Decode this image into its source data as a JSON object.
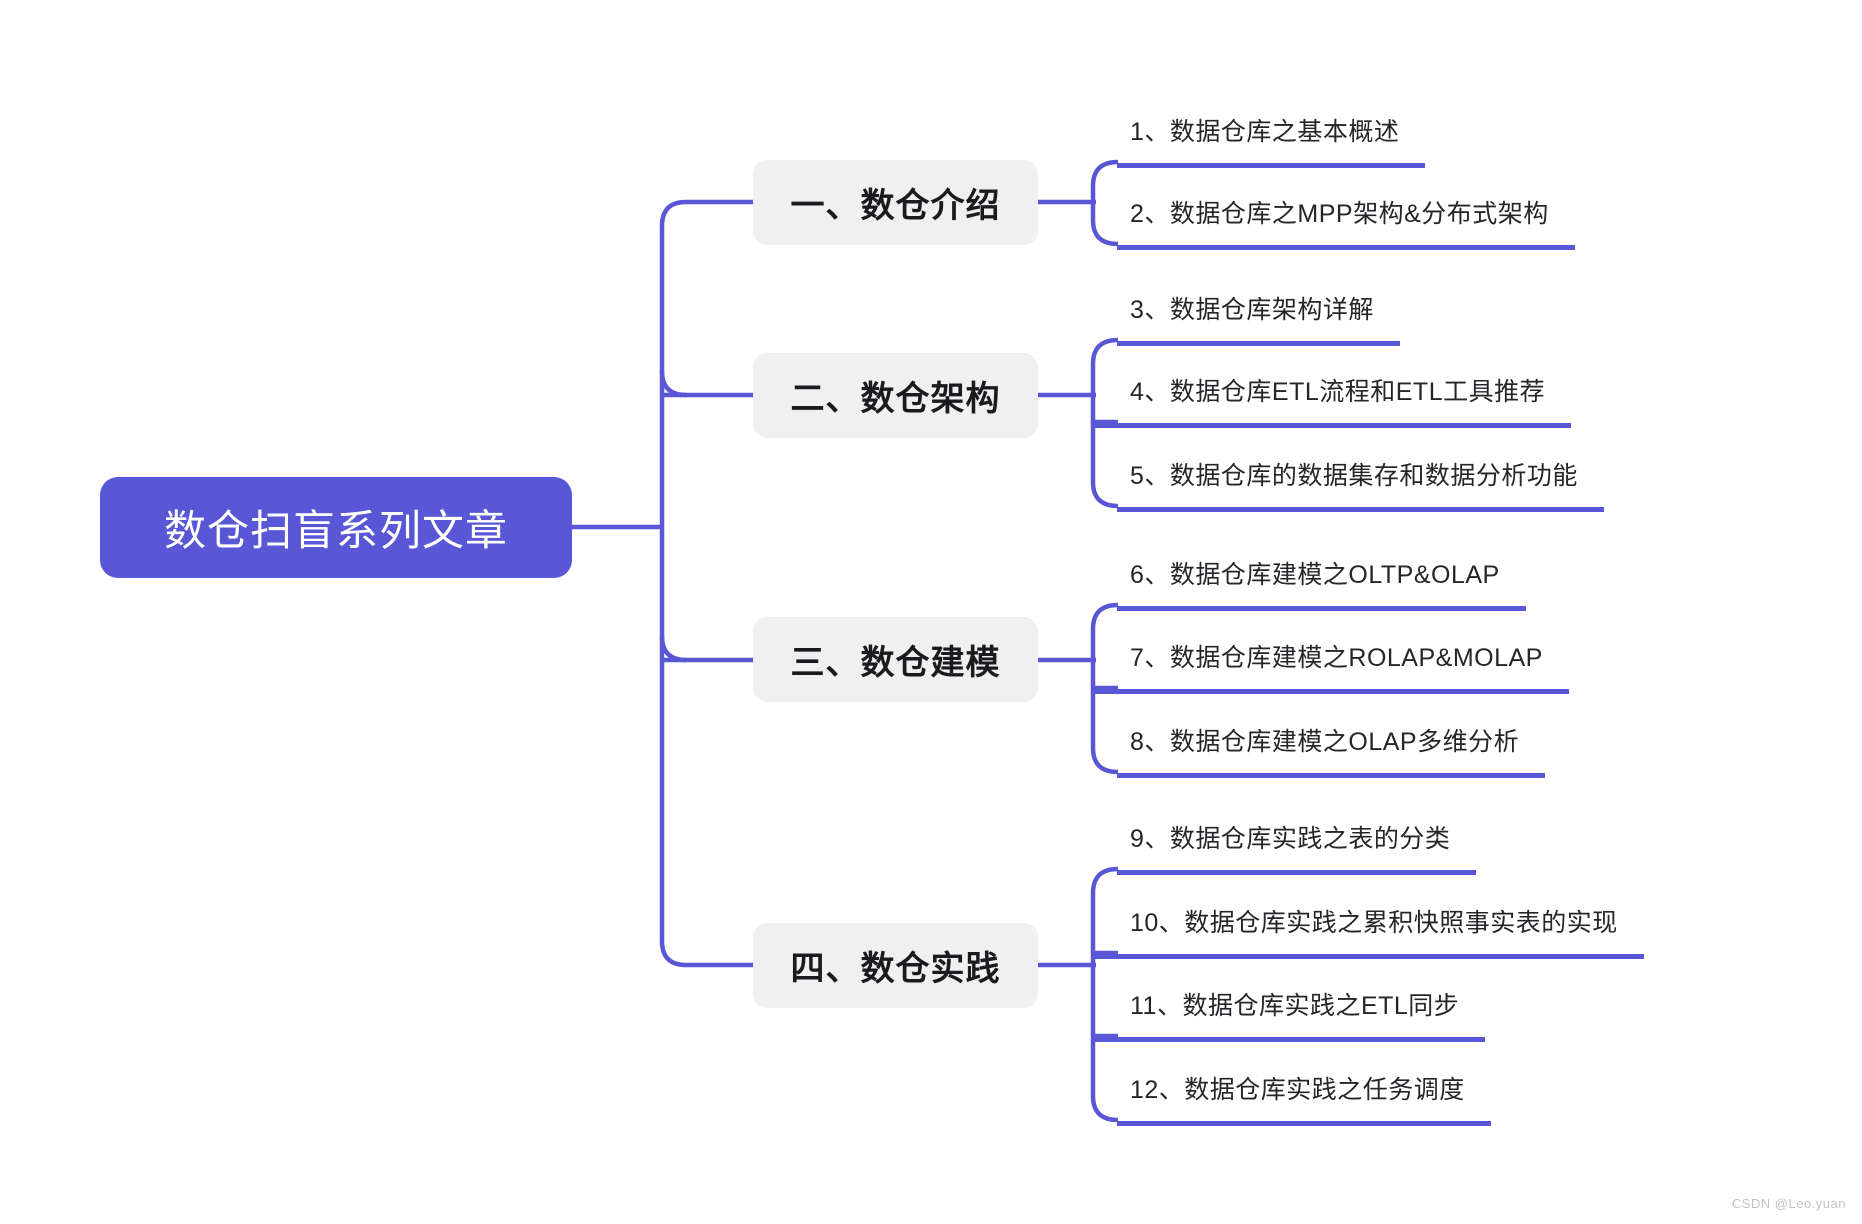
{
  "root": {
    "label": "数仓扫盲系列文章"
  },
  "branches": [
    {
      "label": "一、数仓介绍",
      "children": [
        {
          "label": "1、数据仓库之基本概述"
        },
        {
          "label": "2、数据仓库之MPP架构&分布式架构"
        }
      ]
    },
    {
      "label": "二、数仓架构",
      "children": [
        {
          "label": "3、数据仓库架构详解"
        },
        {
          "label": "4、数据仓库ETL流程和ETL工具推荐"
        },
        {
          "label": "5、数据仓库的数据集存和数据分析功能"
        }
      ]
    },
    {
      "label": "三、数仓建模",
      "children": [
        {
          "label": "6、数据仓库建模之OLTP&OLAP"
        },
        {
          "label": "7、数据仓库建模之ROLAP&MOLAP"
        },
        {
          "label": "8、数据仓库建模之OLAP多维分析"
        }
      ]
    },
    {
      "label": "四、数仓实践",
      "children": [
        {
          "label": "9、数据仓库实践之表的分类"
        },
        {
          "label": "10、数据仓库实践之累积快照事实表的实现"
        },
        {
          "label": "11、数据仓库实践之ETL同步"
        },
        {
          "label": "12、数据仓库实践之任务调度"
        }
      ]
    }
  ],
  "watermark": "CSDN @Leo.yuan",
  "colors": {
    "accent": "#5957D6",
    "branch_bg": "#F0F0F1",
    "root_text": "#FFFFFF",
    "leaf_text": "#26262A",
    "watermark_text": "#C2C2C4"
  }
}
